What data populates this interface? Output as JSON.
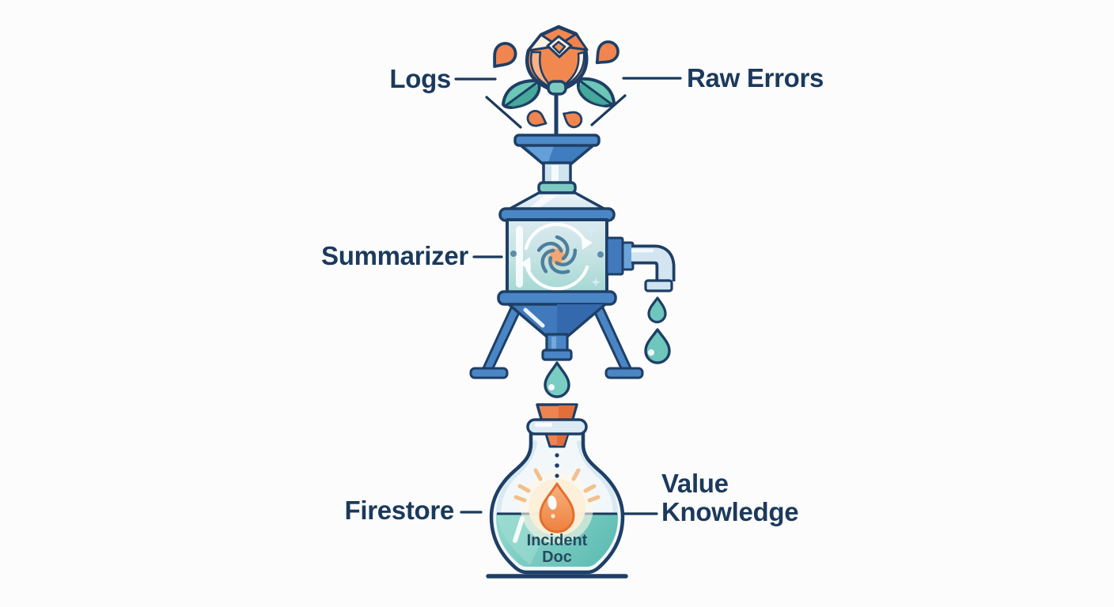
{
  "labels": {
    "logs": "Logs",
    "raw_errors": "Raw Errors",
    "summarizer": "Summarizer",
    "firestore": "Firestore",
    "value_knowledge": "Value Knowledge",
    "incident_doc": "Incident Doc"
  },
  "colors": {
    "background": "#fcfcfd",
    "label_text": "#1b3a5c",
    "outline_navy": "#1e3f66",
    "rose_orange": "#f0854f",
    "rose_cream": "#fdf1e4",
    "leaf_teal": "#6cc7b5",
    "leaf_teal_dark": "#3da395",
    "machine_blue": "#4a86c6",
    "funnel_blue": "#3f7cc0",
    "glass_light_blue": "#cfe3f0",
    "collar_teal": "#7ecac2",
    "liquid_teal": "#7fd0c6",
    "drop_teal": "#6ec6bc",
    "cork_orange": "#ef8351",
    "essence_drop_orange": "#f19a5b",
    "glow_cream": "#fcefd8"
  },
  "icons": {
    "rose": "rose-icon",
    "petals": "falling-petal-icon",
    "leaves": "leaf-icon",
    "funnel": "intake-funnel-icon",
    "machine": "summarizer-machine-icon",
    "vortex": "vortex-swirl-icon",
    "cycle_arrows": "cycle-arrows-icon",
    "sparkles": "sparkle-icon",
    "spout": "output-spout-icon",
    "droplets": "droplet-icon",
    "bottle": "knowledge-bottle-icon",
    "cork": "cork-stopper-icon",
    "glowing_drop": "glowing-essence-drop-icon"
  }
}
